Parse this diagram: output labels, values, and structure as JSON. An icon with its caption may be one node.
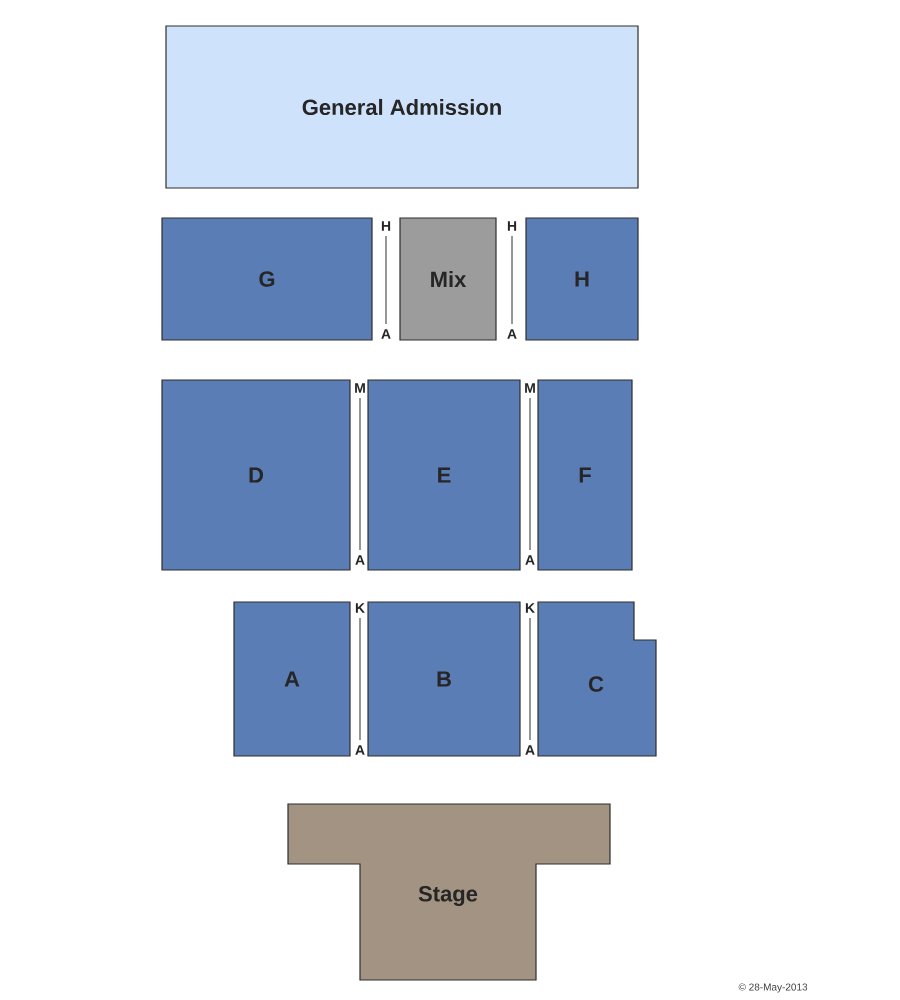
{
  "diagram": {
    "nodes": [
      {
        "text": [
          "General Admission"
        ]
      },
      {
        "text": [
          "G"
        ]
      },
      {
        "text": [
          "Mix"
        ]
      },
      {
        "text": [
          "H"
        ]
      },
      {
        "text": [
          "D"
        ]
      },
      {
        "text": [
          "E"
        ]
      },
      {
        "text": [
          "F"
        ]
      },
      {
        "text": [
          "A"
        ]
      },
      {
        "text": [
          "B"
        ]
      },
      {
        "text": [
          "C"
        ]
      },
      {
        "text": [
          "Stage"
        ]
      }
    ],
    "labels": [
      "H",
      "H",
      "A",
      "A",
      "M",
      "M",
      "A",
      "A",
      "K",
      "K",
      "A",
      "A",
      "© 28-May-2013"
    ]
  }
}
